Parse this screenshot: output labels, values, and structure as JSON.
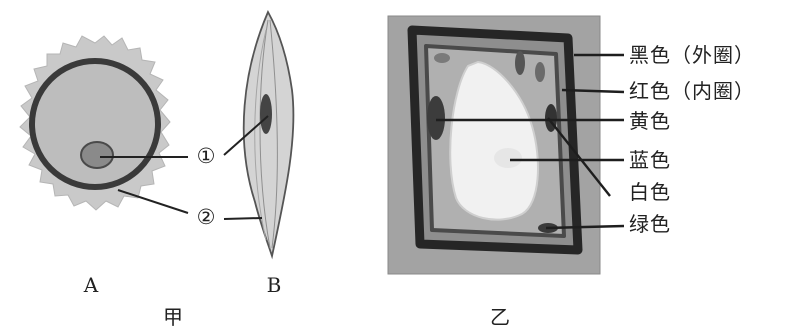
{
  "figure_jia": {
    "cell_a_label": "A",
    "cell_b_label": "B",
    "caption": "甲",
    "callout_1": "①",
    "callout_2": "②"
  },
  "figure_yi": {
    "caption": "乙",
    "color_labels": [
      "黑色（外圈）",
      "红色（内圈）",
      "黄色",
      "蓝色",
      "白色",
      "绿色"
    ]
  },
  "colors": {
    "ink": "#2a2a2a",
    "cytoplasm": "#b9b9b9",
    "photo_bg": "#9a9a9a",
    "vacuole": "#f2f2f2"
  }
}
